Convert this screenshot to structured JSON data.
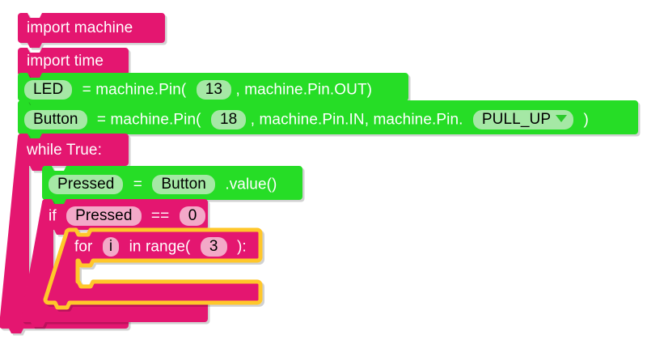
{
  "app": {
    "type": "block-based-visual-programming-editor",
    "canvas_background": "#ffffff"
  },
  "palette": {
    "pink_block": "#e4196f",
    "pink_block_dark": "#c9135e",
    "green_block": "#26dd26",
    "green_block_dark": "#1eb81e",
    "pill_green": "#a5e8a5",
    "pill_pink": "#f3a9c8",
    "selection_outline": "#ffc72c",
    "text_light": "#ffffff",
    "text_dark": "#000000"
  },
  "program": {
    "blocks": [
      {
        "id": "import-machine",
        "kind": "import-statement",
        "color": "pink",
        "text": "import machine",
        "module": "machine",
        "selected": false
      },
      {
        "id": "import-time",
        "kind": "import-statement",
        "color": "pink",
        "text": "import time",
        "module": "time",
        "selected": false
      },
      {
        "id": "led-assign",
        "kind": "variable-assignment",
        "color": "green",
        "variable": "LED",
        "equals": "=",
        "call_prefix": "= machine.Pin(",
        "pin_number": "13",
        "comma": ",",
        "call_suffix": ", machine.Pin.OUT)",
        "selected": false
      },
      {
        "id": "button-assign",
        "kind": "variable-assignment",
        "color": "green",
        "variable": "Button",
        "equals": "=",
        "call_prefix": "= machine.Pin(",
        "pin_number": "18",
        "call_mid": ", machine.Pin.IN, machine.Pin.",
        "dropdown_value": "PULL_UP",
        "call_suffix": ")",
        "selected": false
      },
      {
        "id": "while-true",
        "kind": "while-loop",
        "color": "pink",
        "text": "while True:",
        "condition": "True",
        "selected": false
      },
      {
        "id": "pressed-assign",
        "kind": "variable-assignment",
        "color": "green",
        "variable": "Pressed",
        "equals": "=",
        "operand": "Button",
        "method": ".value()",
        "selected": false
      },
      {
        "id": "if-pressed",
        "kind": "if-statement",
        "color": "pink",
        "keyword": "if",
        "left_operand": "Pressed",
        "operator": "==",
        "right_operand": "0",
        "selected": false
      },
      {
        "id": "for-range",
        "kind": "for-loop",
        "color": "pink",
        "keyword_for": "for",
        "loop_variable": "i",
        "keyword_in": "in range(",
        "range_count": "3",
        "keyword_end": "):",
        "selected": true,
        "body_empty": true
      }
    ]
  }
}
